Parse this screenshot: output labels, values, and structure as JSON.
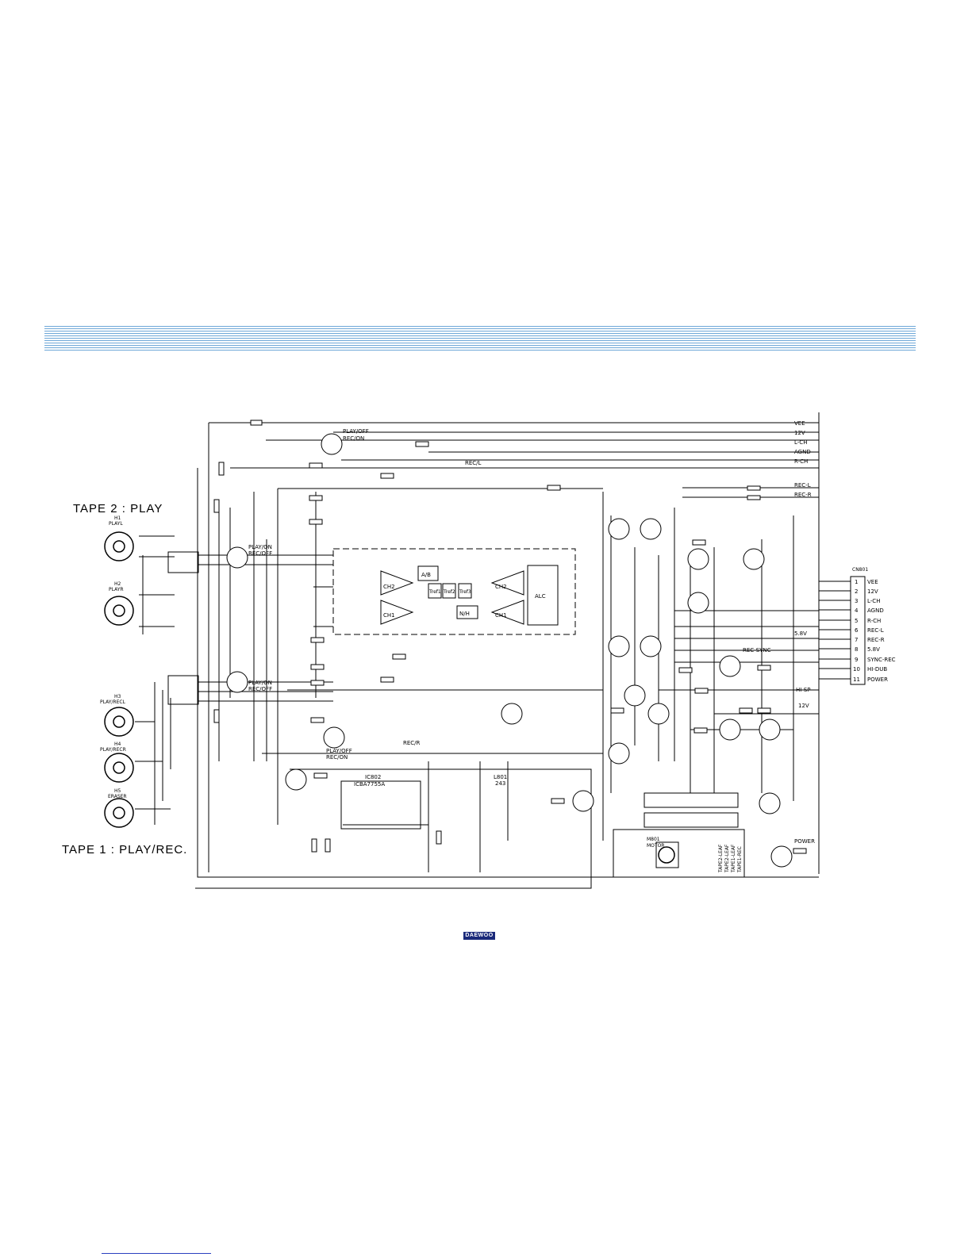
{
  "header_band_color": "#6fa8d8",
  "labels": {
    "tape2": "TAPE 2 : PLAY",
    "tape1": "TAPE 1 : PLAY/REC.",
    "head_playl": "PLAYL",
    "head_playr": "PLAYR",
    "head_recl": "PLAY/RECL",
    "head_recr": "PLAY/RECR",
    "head_eraser": "ERASER",
    "head_h1": "H1",
    "head_h2": "H2",
    "head_h3": "H3",
    "head_h4": "H4",
    "head_h5": "H5",
    "sw_top": "PLAY/OFF",
    "sw_top2": "REC/ON",
    "sw_mid1": "PLAY/ON",
    "sw_mid1b": "REC/OFF",
    "sw_mid2": "PLAY/ON",
    "sw_mid2b": "REC/OFF",
    "sw_bot": "PLAY/OFF",
    "sw_bot2": "REC/ON",
    "recl": "REC/L",
    "recr": "REC/R",
    "rec_sync": "REC-SYNC",
    "hi_sp": "HI-SP",
    "v12": "12V",
    "v5": "5.8V",
    "power": "POWER",
    "ic802": "IC802",
    "ic802_part": "ICBA7755A",
    "l801": "L801",
    "l801_val": "243",
    "motor": "M801",
    "motor_name": "MOTOR",
    "ic_ch1": "CH1",
    "ic_ch2": "CH2",
    "ic_ab": "A/B",
    "ic_nh": "N/H",
    "ic_alc": "ALC",
    "ic_tref1": "Tref1",
    "ic_tref2": "Tref2",
    "ic_tref3": "Tref3"
  },
  "bus_lines": [
    "VEE",
    "12V",
    "L-CH",
    "AGND",
    "R-CH"
  ],
  "bus_rec": [
    "REC-L",
    "REC-R"
  ],
  "connector": {
    "name": "CN801",
    "pins": [
      {
        "num": "1",
        "label": "VEE"
      },
      {
        "num": "2",
        "label": "12V"
      },
      {
        "num": "3",
        "label": "L-CH"
      },
      {
        "num": "4",
        "label": "AGND"
      },
      {
        "num": "5",
        "label": "R-CH"
      },
      {
        "num": "6",
        "label": "REC-L"
      },
      {
        "num": "7",
        "label": "REC-R"
      },
      {
        "num": "8",
        "label": "5.8V"
      },
      {
        "num": "9",
        "label": "SYNC-REC"
      },
      {
        "num": "10",
        "label": "HI-DUB"
      },
      {
        "num": "11",
        "label": "POWER"
      }
    ]
  },
  "tape_leaves": [
    "TAPE2-LEAF",
    "TAPE2-LEAF",
    "TAPE1-LEAF",
    "TAPE1-REC"
  ],
  "logo_text": "DAEWOO"
}
